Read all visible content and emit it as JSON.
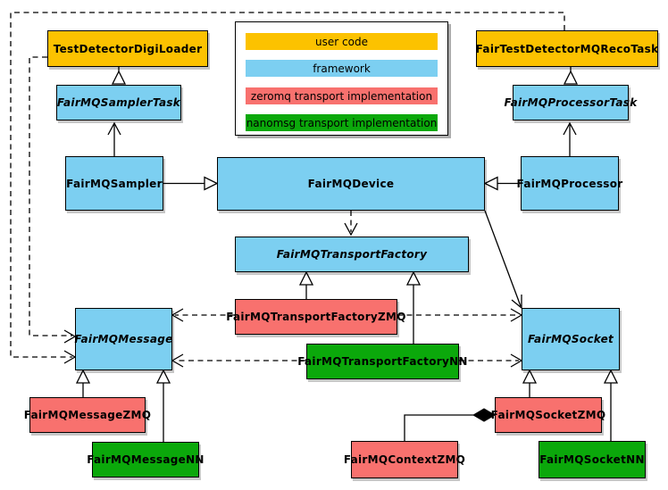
{
  "legend": {
    "items": [
      {
        "label": "user code",
        "color": "#FCC200"
      },
      {
        "label": "framework",
        "color": "#7CCFF1"
      },
      {
        "label": "zeromq transport implementation",
        "color": "#F8716E"
      },
      {
        "label": "nanomsg transport implementation",
        "color": "#0BA80B"
      }
    ]
  },
  "colors": {
    "user_code": "#FCC200",
    "framework": "#7CCFF1",
    "zeromq": "#F8716E",
    "nanomsg": "#0BA80B",
    "line": "#000000"
  },
  "nodes": {
    "test_detector_digi_loader": {
      "label": "TestDetectorDigiLoader",
      "category": "user code",
      "color": "#FCC200",
      "abstract": false
    },
    "fair_test_detector_mq_reco_task": {
      "label": "FairTestDetectorMQRecoTask",
      "category": "user code",
      "color": "#FCC200",
      "abstract": false
    },
    "fair_mq_sampler_task": {
      "label": "FairMQSamplerTask",
      "category": "framework",
      "color": "#7CCFF1",
      "abstract": true
    },
    "fair_mq_processor_task": {
      "label": "FairMQProcessorTask",
      "category": "framework",
      "color": "#7CCFF1",
      "abstract": true
    },
    "fair_mq_sampler": {
      "label": "FairMQSampler",
      "category": "framework",
      "color": "#7CCFF1",
      "abstract": false
    },
    "fair_mq_device": {
      "label": "FairMQDevice",
      "category": "framework",
      "color": "#7CCFF1",
      "abstract": false
    },
    "fair_mq_processor": {
      "label": "FairMQProcessor",
      "category": "framework",
      "color": "#7CCFF1",
      "abstract": false
    },
    "fair_mq_transport_factory": {
      "label": "FairMQTransportFactory",
      "category": "framework",
      "color": "#7CCFF1",
      "abstract": true
    },
    "fair_mq_transport_factory_zmq": {
      "label": "FairMQTransportFactoryZMQ",
      "category": "zeromq transport implementation",
      "color": "#F8716E",
      "abstract": false
    },
    "fair_mq_transport_factory_nn": {
      "label": "FairMQTransportFactoryNN",
      "category": "nanomsg transport implementation",
      "color": "#0BA80B",
      "abstract": false
    },
    "fair_mq_message": {
      "label": "FairMQMessage",
      "category": "framework",
      "color": "#7CCFF1",
      "abstract": true
    },
    "fair_mq_socket": {
      "label": "FairMQSocket",
      "category": "framework",
      "color": "#7CCFF1",
      "abstract": true
    },
    "fair_mq_message_zmq": {
      "label": "FairMQMessageZMQ",
      "category": "zeromq transport implementation",
      "color": "#F8716E",
      "abstract": false
    },
    "fair_mq_message_nn": {
      "label": "FairMQMessageNN",
      "category": "nanomsg transport implementation",
      "color": "#0BA80B",
      "abstract": false
    },
    "fair_mq_socket_zmq": {
      "label": "FairMQSocketZMQ",
      "category": "zeromq transport implementation",
      "color": "#F8716E",
      "abstract": false
    },
    "fair_mq_socket_nn": {
      "label": "FairMQSocketNN",
      "category": "nanomsg transport implementation",
      "color": "#0BA80B",
      "abstract": false
    },
    "fair_mq_context_zmq": {
      "label": "FairMQContextZMQ",
      "category": "zeromq transport implementation",
      "color": "#F8716E",
      "abstract": false
    }
  },
  "edges": [
    {
      "a": "TestDetectorDigiLoader",
      "b": "FairMQSamplerTask",
      "line": "solid",
      "head": "hollow-triangle",
      "head_at": "TestDetectorDigiLoader"
    },
    {
      "a": "FairMQSampler",
      "b": "FairMQSamplerTask",
      "line": "solid",
      "head": "open-vee",
      "head_at": "FairMQSamplerTask"
    },
    {
      "a": "FairTestDetectorMQRecoTask",
      "b": "FairMQProcessorTask",
      "line": "solid",
      "head": "hollow-triangle",
      "head_at": "FairTestDetectorMQRecoTask"
    },
    {
      "a": "FairMQProcessor",
      "b": "FairMQProcessorTask",
      "line": "solid",
      "head": "open-vee",
      "head_at": "FairMQProcessorTask"
    },
    {
      "a": "FairMQSampler",
      "b": "FairMQDevice",
      "line": "solid",
      "head": "hollow-triangle",
      "head_at": "FairMQDevice"
    },
    {
      "a": "FairMQProcessor",
      "b": "FairMQDevice",
      "line": "solid",
      "head": "hollow-triangle",
      "head_at": "FairMQDevice"
    },
    {
      "a": "FairMQDevice",
      "b": "FairMQTransportFactory",
      "line": "dashed",
      "head": "open-vee",
      "head_at": "FairMQTransportFactory"
    },
    {
      "a": "FairMQTransportFactoryZMQ",
      "b": "FairMQTransportFactory",
      "line": "solid",
      "head": "hollow-triangle",
      "head_at": "FairMQTransportFactory"
    },
    {
      "a": "FairMQTransportFactoryNN",
      "b": "FairMQTransportFactory",
      "line": "solid",
      "head": "hollow-triangle",
      "head_at": "FairMQTransportFactory"
    },
    {
      "a": "FairMQTransportFactoryZMQ",
      "b": "FairMQMessage",
      "line": "dashed",
      "head": "open-vee",
      "head_at": "FairMQMessage"
    },
    {
      "a": "FairMQTransportFactoryZMQ",
      "b": "FairMQSocket",
      "line": "dashed",
      "head": "open-vee",
      "head_at": "FairMQSocket"
    },
    {
      "a": "FairMQTransportFactoryNN",
      "b": "FairMQMessage",
      "line": "dashed",
      "head": "open-vee",
      "head_at": "FairMQMessage"
    },
    {
      "a": "FairMQTransportFactoryNN",
      "b": "FairMQSocket",
      "line": "dashed",
      "head": "open-vee",
      "head_at": "FairMQSocket"
    },
    {
      "a": "FairMQDevice",
      "b": "FairMQSocket",
      "line": "solid",
      "head": "open-vee",
      "head_at": "FairMQSocket"
    },
    {
      "a": "TestDetectorDigiLoader",
      "b": "FairMQMessage",
      "line": "dashed",
      "head": "open-vee",
      "head_at": "FairMQMessage"
    },
    {
      "a": "FairTestDetectorMQRecoTask",
      "b": "FairMQMessage",
      "line": "dashed",
      "head": "open-vee",
      "head_at": "FairMQMessage"
    },
    {
      "a": "FairMQMessageZMQ",
      "b": "FairMQMessage",
      "line": "solid",
      "head": "hollow-triangle",
      "head_at": "FairMQMessage"
    },
    {
      "a": "FairMQMessageNN",
      "b": "FairMQMessage",
      "line": "solid",
      "head": "hollow-triangle",
      "head_at": "FairMQMessage"
    },
    {
      "a": "FairMQSocketZMQ",
      "b": "FairMQSocket",
      "line": "solid",
      "head": "hollow-triangle",
      "head_at": "FairMQSocket"
    },
    {
      "a": "FairMQSocketNN",
      "b": "FairMQSocket",
      "line": "solid",
      "head": "hollow-triangle",
      "head_at": "FairMQSocket"
    },
    {
      "a": "FairMQContextZMQ",
      "b": "FairMQSocketZMQ",
      "line": "solid",
      "head": "filled-diamond",
      "head_at": "FairMQSocketZMQ"
    }
  ]
}
